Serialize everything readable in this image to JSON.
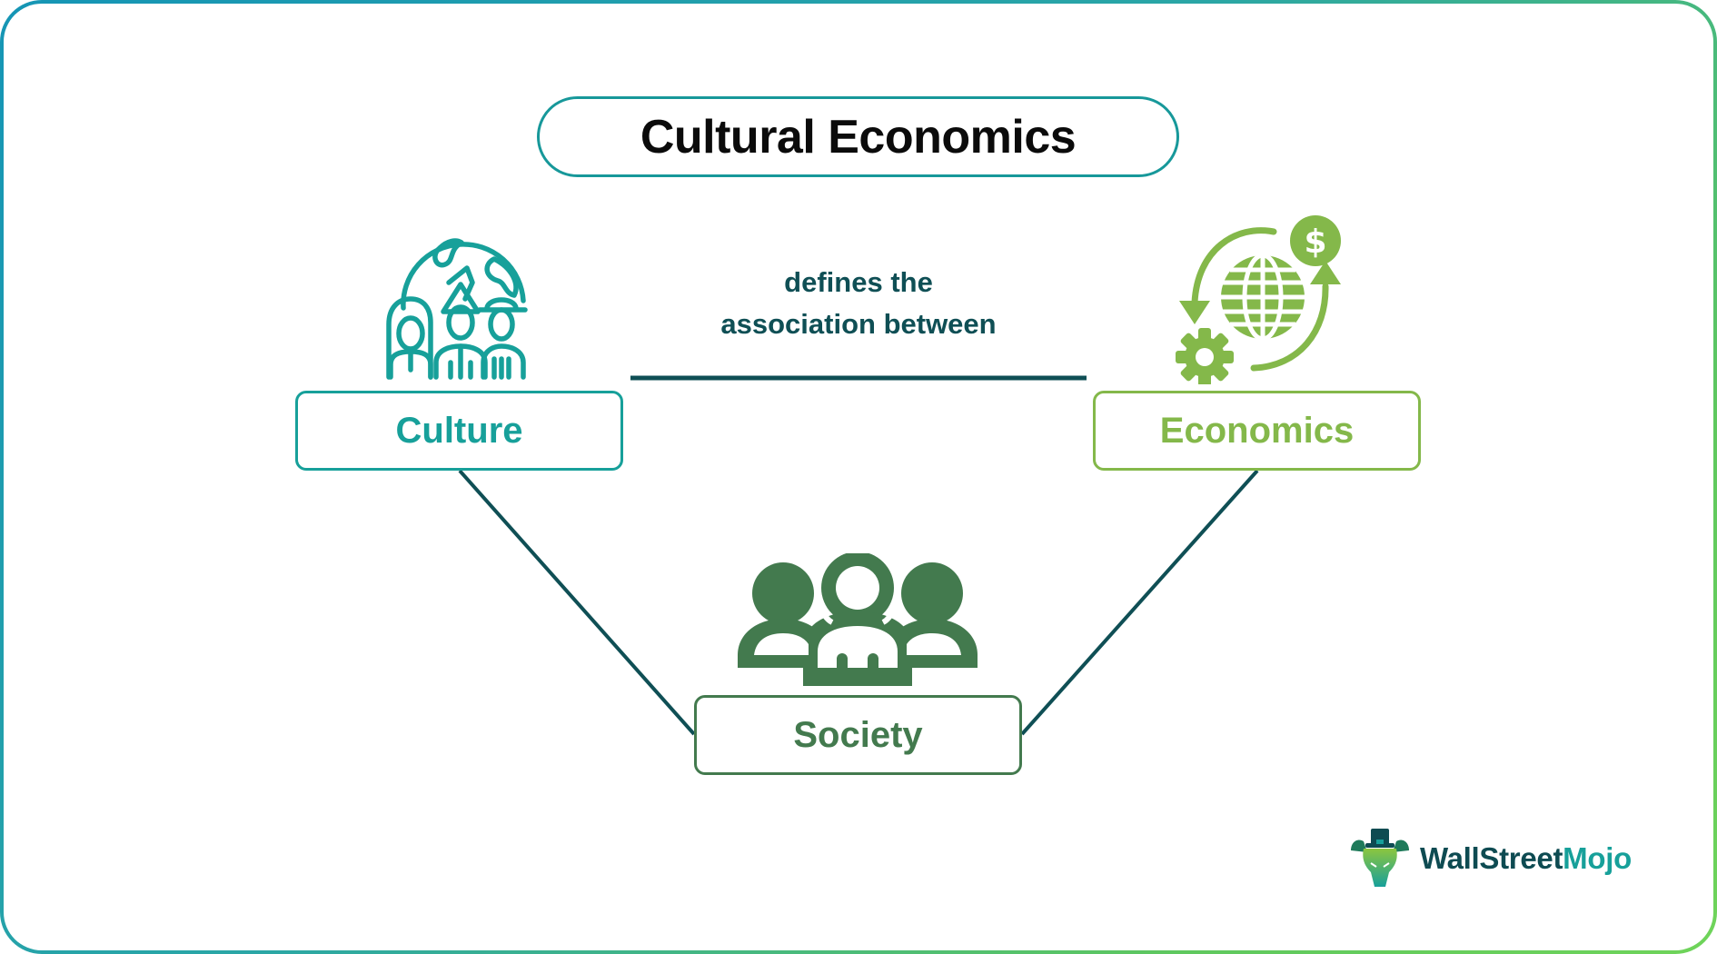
{
  "title": "Cultural Economics",
  "relation": {
    "line1": "defines the",
    "line2": "association between"
  },
  "nodes": {
    "culture": {
      "label": "Culture",
      "color": "#17a09a",
      "icon": "globe-people-icon"
    },
    "economics": {
      "label": "Economics",
      "color": "#84b84a",
      "icon": "globe-money-cycle-icon"
    },
    "society": {
      "label": "Society",
      "color": "#437a4e",
      "icon": "group-people-icon"
    }
  },
  "connectors": {
    "color": "#0f4f55",
    "edges": [
      {
        "from": "culture",
        "to": "economics",
        "style": "horizontal-line"
      },
      {
        "from": "culture",
        "to": "society",
        "style": "diagonal-line"
      },
      {
        "from": "economics",
        "to": "society",
        "style": "diagonal-line"
      }
    ]
  },
  "brand": {
    "name_part1": "WallStreet",
    "name_part2": "Mojo",
    "primary_color": "#0e4b52",
    "accent_color": "#17a09a"
  },
  "frame": {
    "gradient_start": "#1595b5",
    "gradient_end": "#6fd45a"
  }
}
